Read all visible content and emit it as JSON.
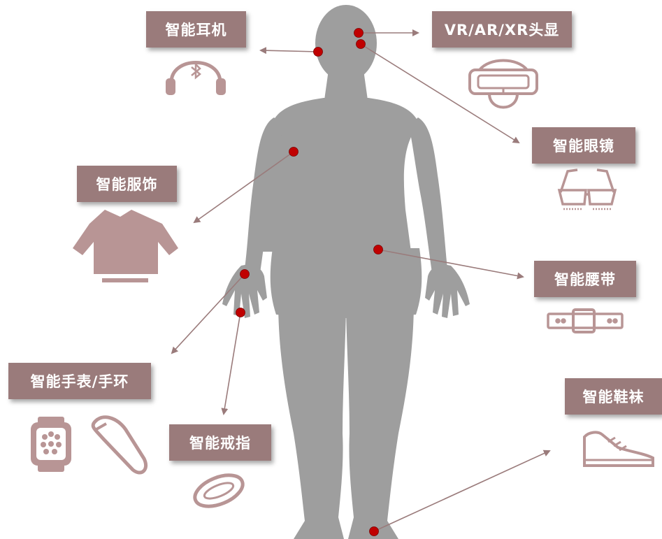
{
  "labels": {
    "headphones": "智能耳机",
    "vr_headset": "VR/AR/XR头显",
    "glasses": "智能眼镜",
    "clothing": "智能服饰",
    "belt": "智能腰带",
    "watch_band": "智能手表/手环",
    "ring": "智能戒指",
    "shoes": "智能鞋袜"
  },
  "colors": {
    "label_bg": "#9a7b7b",
    "icon": "#b89595",
    "body_silhouette": "#9e9e9e",
    "marker": "#c00000",
    "arrow": "#9a7b7b"
  },
  "icons": [
    "headphones-icon",
    "vr-headset-icon",
    "3d-glasses-icon",
    "sweater-icon",
    "belt-icon",
    "smartwatch-icon",
    "fitness-band-icon",
    "ring-icon",
    "sneaker-icon"
  ]
}
